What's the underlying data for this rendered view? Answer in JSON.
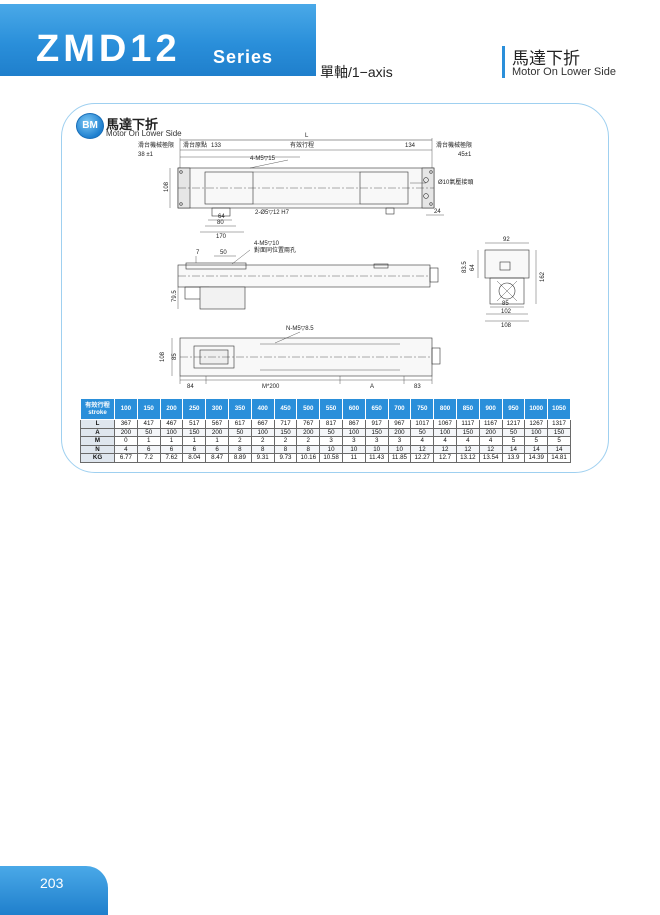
{
  "header": {
    "title": "ZMD12",
    "series": "Series",
    "axis_label": "單軸/1−axis",
    "side_title": "馬達下折",
    "side_subtitle": "Motor On Lower Side"
  },
  "section": {
    "badge": "BM",
    "title": "馬達下折",
    "subtitle": "Motor On Lower Side"
  },
  "drawing": {
    "top_view": {
      "L": "L",
      "left_limit": "滑台機械極限",
      "left_limit_val": "38 ±1",
      "origin": "滑台原點",
      "origin_val": "133",
      "stroke": "有效行程",
      "right_val": "134",
      "right_limit": "滑台機械極限",
      "right_limit_val": "45±1",
      "holes_top": "4-M5▽15",
      "height": "108",
      "dowel": "2-Ø5▽12 H7",
      "dim_64": "64",
      "dim_80": "80",
      "dim_170": "170",
      "nozzle": "Ø10氣壓接頭",
      "dim_24": "24"
    },
    "side_view": {
      "dim_7": "7",
      "dim_50": "50",
      "holes": "4-M5▽10",
      "holes_note": "對面同位置兩孔",
      "dim_79_5": "79.5"
    },
    "end_view": {
      "dim_92": "92",
      "dim_83_5": "83.5",
      "dim_64": "64",
      "dim_162": "162",
      "dim_85": "85",
      "dim_102": "102",
      "dim_108": "108"
    },
    "bottom_view": {
      "holes": "N-M5▽8.5",
      "dim_108": "108",
      "dim_85": "85",
      "dim_84": "84",
      "pitch": "M*200",
      "A": "A",
      "dim_83": "83"
    }
  },
  "table": {
    "header_zh": "有效行程",
    "header_en": "stroke",
    "strokes": [
      "100",
      "150",
      "200",
      "250",
      "300",
      "350",
      "400",
      "450",
      "500",
      "550",
      "600",
      "650",
      "700",
      "750",
      "800",
      "850",
      "900",
      "950",
      "1000",
      "1050"
    ],
    "rows": [
      {
        "label": "L",
        "values": [
          "367",
          "417",
          "467",
          "517",
          "567",
          "617",
          "667",
          "717",
          "767",
          "817",
          "867",
          "917",
          "967",
          "1017",
          "1067",
          "1117",
          "1167",
          "1217",
          "1267",
          "1317"
        ]
      },
      {
        "label": "A",
        "values": [
          "200",
          "50",
          "100",
          "150",
          "200",
          "50",
          "100",
          "150",
          "200",
          "50",
          "100",
          "150",
          "200",
          "50",
          "100",
          "150",
          "200",
          "50",
          "100",
          "150"
        ]
      },
      {
        "label": "M",
        "values": [
          "0",
          "1",
          "1",
          "1",
          "1",
          "2",
          "2",
          "2",
          "2",
          "3",
          "3",
          "3",
          "3",
          "4",
          "4",
          "4",
          "4",
          "5",
          "5",
          "5"
        ]
      },
      {
        "label": "N",
        "values": [
          "4",
          "6",
          "6",
          "6",
          "6",
          "8",
          "8",
          "8",
          "8",
          "10",
          "10",
          "10",
          "10",
          "12",
          "12",
          "12",
          "12",
          "14",
          "14",
          "14"
        ]
      },
      {
        "label": "KG",
        "values": [
          "6.77",
          "7.2",
          "7.62",
          "8.04",
          "8.47",
          "8.89",
          "9.31",
          "9.73",
          "10.16",
          "10.58",
          "11",
          "11.43",
          "11.85",
          "12.27",
          "12.7",
          "13.12",
          "13.54",
          "13.9",
          "14.39",
          "14.81"
        ]
      }
    ]
  },
  "footer": {
    "page": "203"
  }
}
